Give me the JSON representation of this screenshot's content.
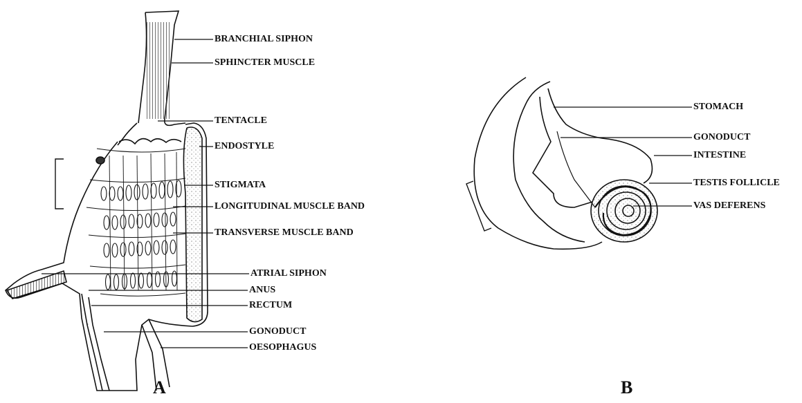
{
  "panel_a": {
    "letter": "A",
    "labels": {
      "branchial_siphon": "BRANCHIAL SIPHON",
      "sphincter_muscle": "SPHINCTER MUSCLE",
      "tentacle": "TENTACLE",
      "endostyle": "ENDOSTYLE",
      "stigmata": "STIGMATA",
      "longitudinal_muscle_band": "LONGITUDINAL MUSCLE BAND",
      "transverse_muscle_band": "TRANSVERSE MUSCLE BAND",
      "atrial_siphon": "ATRIAL SIPHON",
      "anus": "ANUS",
      "rectum": "RECTUM",
      "gonoduct": "GONODUCT",
      "oesophagus": "OESOPHAGUS"
    }
  },
  "panel_b": {
    "letter": "B",
    "labels": {
      "stomach": "STOMACH",
      "gonoduct": "GONODUCT",
      "intestine": "INTESTINE",
      "testis_follicle": "TESTIS FOLLICLE",
      "vas_deferens": "VAS DEFERENS"
    }
  }
}
